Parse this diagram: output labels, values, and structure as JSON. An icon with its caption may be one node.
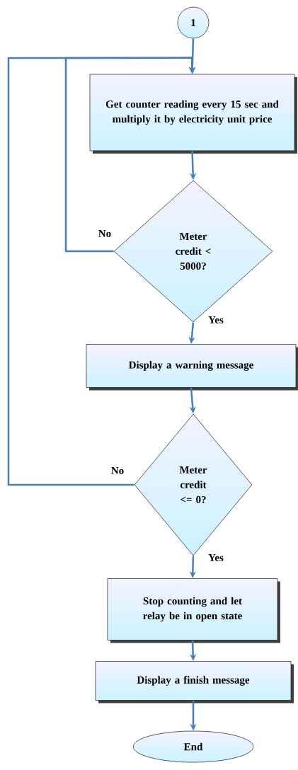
{
  "diagram": {
    "nodes": [
      {
        "text": [
          "1"
        ]
      },
      {
        "text": [
          "Get counter reading every 15 sec and multiply it by electricity unit price"
        ]
      },
      {
        "text": [
          "Meter credit < 5000?"
        ]
      },
      {
        "text": [
          "Display a warning message"
        ]
      },
      {
        "text": [
          "Meter credit <= 0?"
        ]
      },
      {
        "text": [
          "Stop counting and let relay be in open state"
        ]
      },
      {
        "text": [
          "Display a finish message"
        ]
      },
      {
        "text": [
          "End"
        ]
      }
    ],
    "edges": [
      {
        "from": 0,
        "to": 1,
        "arrow": "to"
      },
      {
        "from": 1,
        "to": 2,
        "arrow": "to"
      },
      {
        "from": 2,
        "to": 1,
        "arrow": "to",
        "label": "No"
      },
      {
        "from": 2,
        "to": 3,
        "arrow": "to",
        "label": "Yes"
      },
      {
        "from": 3,
        "to": 4,
        "arrow": "to"
      },
      {
        "from": 4,
        "to": 1,
        "arrow": "to",
        "label": "No"
      },
      {
        "from": 4,
        "to": 5,
        "arrow": "to",
        "label": "Yes"
      },
      {
        "from": 5,
        "to": 6,
        "arrow": "to"
      },
      {
        "from": 6,
        "to": 7,
        "arrow": "to"
      }
    ]
  }
}
